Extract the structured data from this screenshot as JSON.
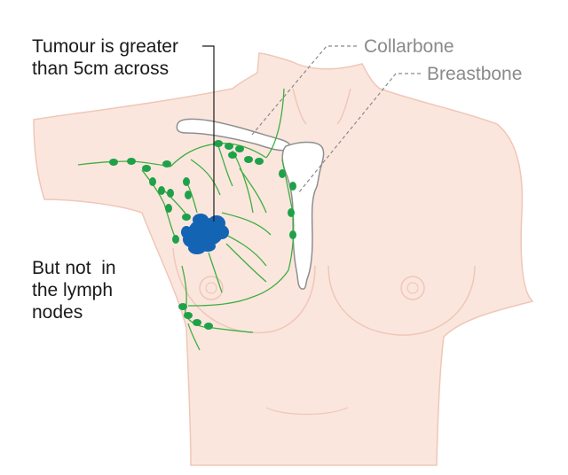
{
  "labels": {
    "tumour": [
      "Tumour is greater",
      "than 5cm across"
    ],
    "nodes": [
      "But not  in",
      "the lymph",
      "nodes"
    ],
    "collarbone": "Collarbone",
    "breastbone": "Breastbone"
  },
  "colors": {
    "skin": "#fbe6de",
    "skin_outline": "#efc7b7",
    "bone": "#ffffff",
    "bone_outline": "#8f8f8f",
    "lymph": "#3fae3f",
    "lymph_node": "#1fa14a",
    "tumour": "#1464b4",
    "leader_dark": "#1a1a1a",
    "leader_grey": "#8a8a8a"
  }
}
